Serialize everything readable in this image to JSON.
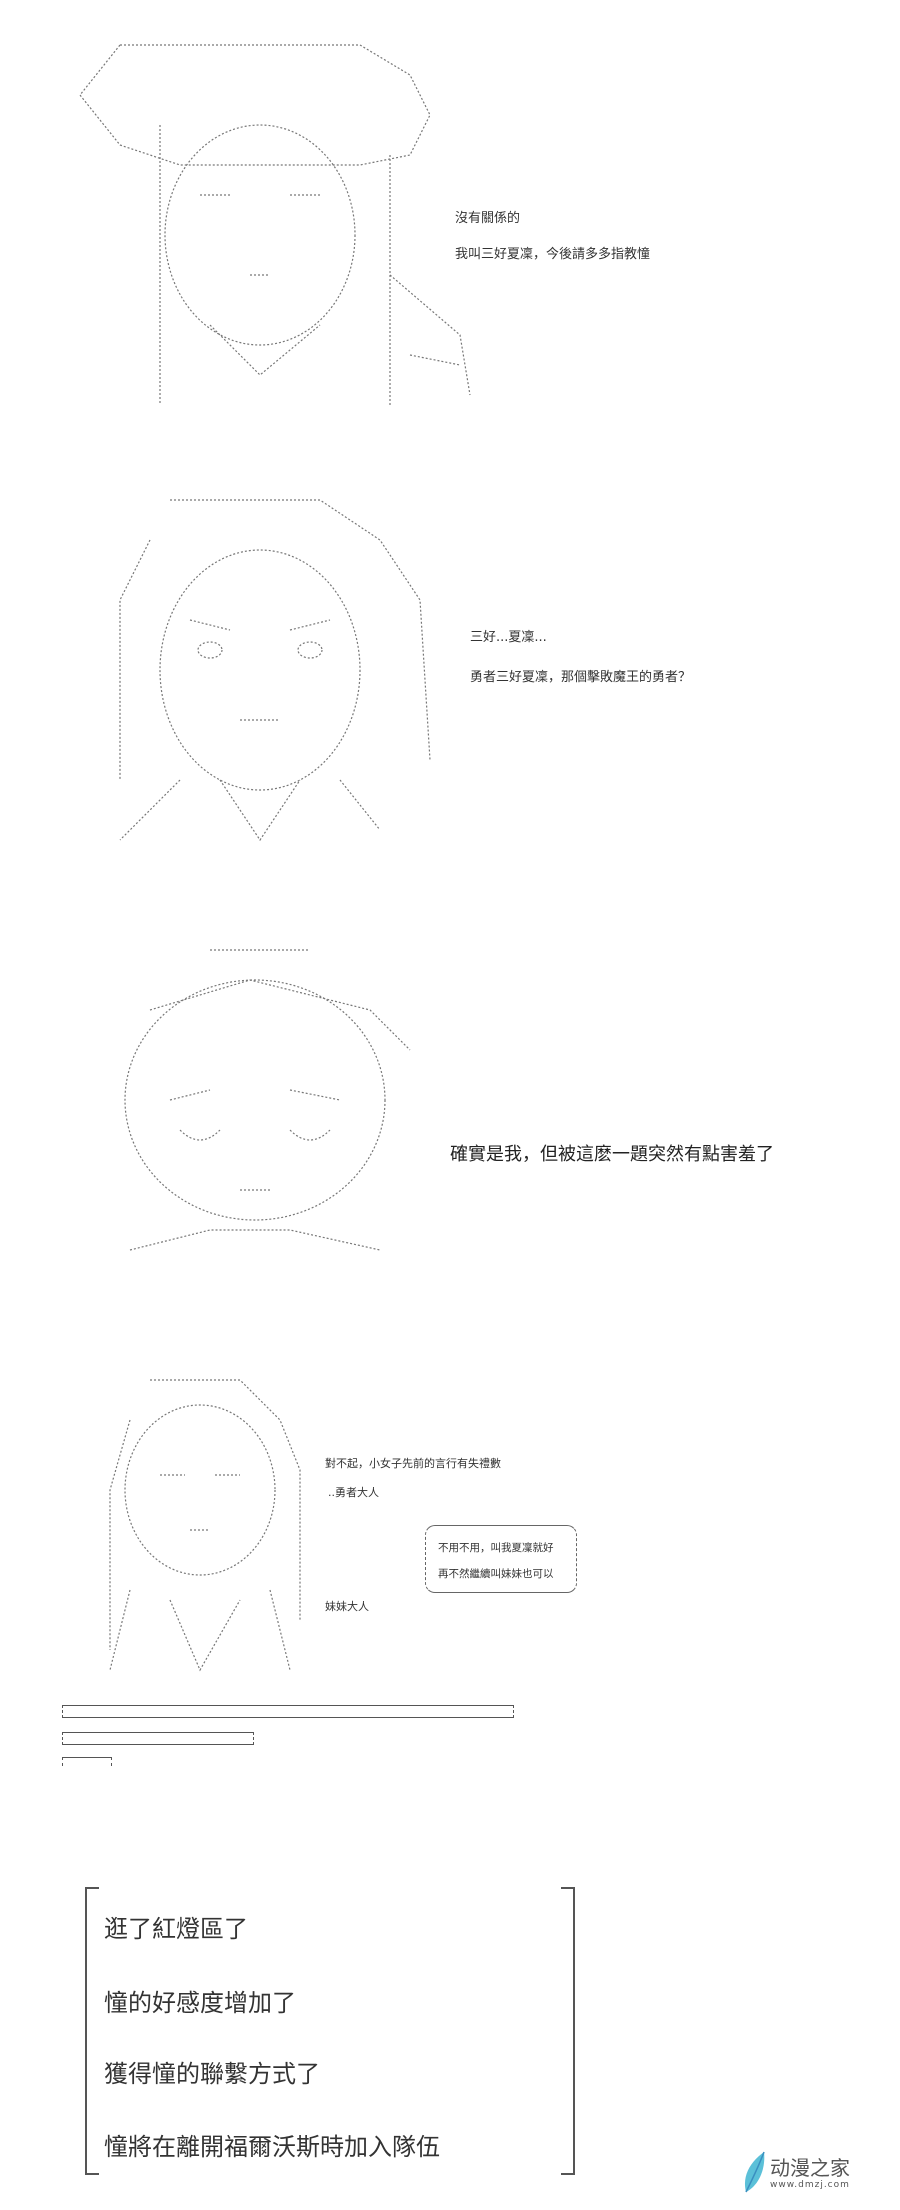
{
  "panel1": {
    "lines": [
      "沒有關係的",
      "我叫三好夏凜，今後請多多指教憧"
    ]
  },
  "panel2": {
    "lines": [
      "三好...夏凜...",
      "勇者三好夏凜，那個擊敗魔王的勇者？"
    ]
  },
  "panel3": {
    "lines": [
      "確實是我，但被這麽一題突然有點害羞了"
    ]
  },
  "panel4": {
    "apology": "對不起，小女子先前的言行有失禮數",
    "hero": "..勇者大人",
    "bubble": [
      "不用不用，叫我夏凜就好",
      "再不然繼續叫妹妹也可以"
    ],
    "sister": "妹妹大人"
  },
  "status_box": {
    "lines": [
      "逛了紅燈區了",
      "憧的好感度增加了",
      "獲得憧的聯繫方式了",
      "憧將在離開福爾沃斯時加入隊伍"
    ]
  },
  "watermark": {
    "name": "动漫之家",
    "url": "www.dmzj.com",
    "color": "#5bc0d8"
  }
}
